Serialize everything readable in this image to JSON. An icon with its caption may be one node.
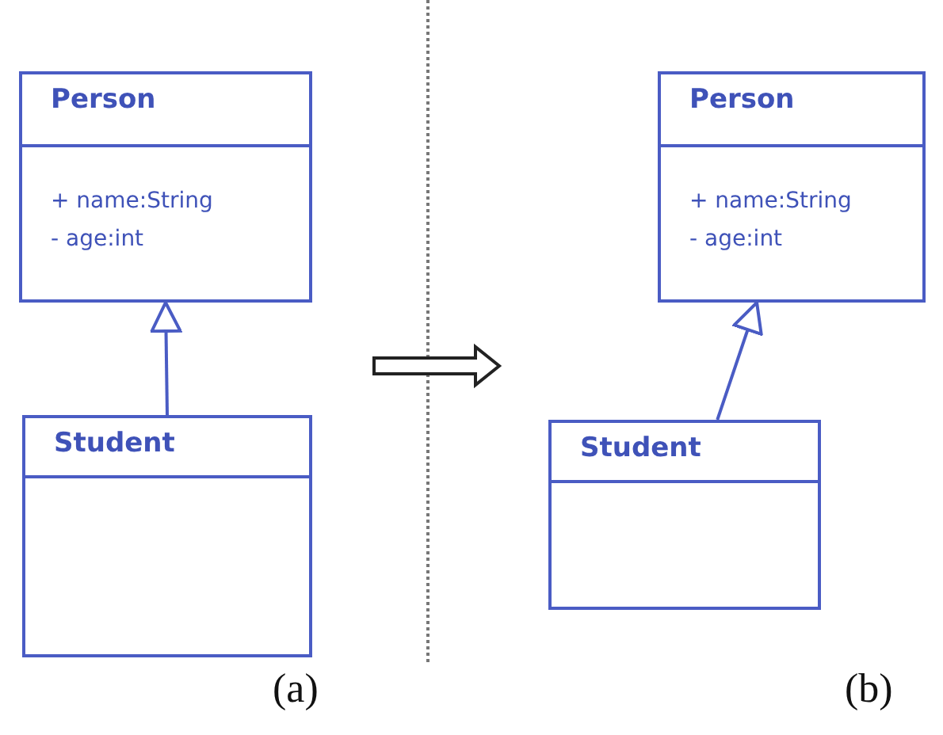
{
  "diagram": {
    "nodes": [
      {
        "text": [
          "Person",
          "+ name:String",
          "- age:int"
        ]
      },
      {
        "text": [
          "Student"
        ]
      },
      {
        "text": [
          "Person",
          "+ name:String",
          "- age:int"
        ]
      },
      {
        "text": [
          "Student"
        ]
      }
    ],
    "edges": [
      {
        "from": 1,
        "to": 0,
        "arrow": "to"
      },
      {
        "from": 3,
        "to": 2,
        "arrow": "to"
      }
    ],
    "labels": [
      "(a)",
      "(b)"
    ]
  }
}
